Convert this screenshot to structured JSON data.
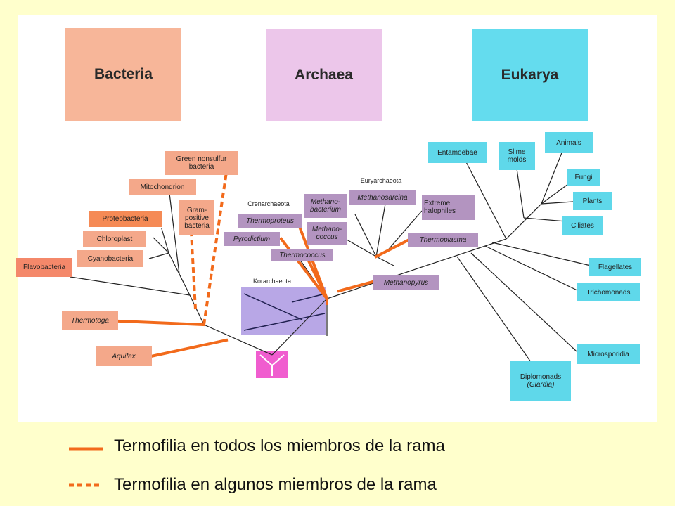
{
  "domains": {
    "bacteria": "Bacteria",
    "archaea": "Archaea",
    "eukarya": "Eukarya"
  },
  "bacteria_taxa": {
    "green_nonsulfur": "Green nonsulfur bacteria",
    "mitochondrion": "Mitochondrion",
    "gram_positive": "Gram- positive bacteria",
    "proteobacteria": "Proteobacteria",
    "chloroplast": "Chloroplast",
    "cyanobacteria": "Cyanobacteria",
    "flavobacteria": "Flavobacteria",
    "thermotoga": "Thermotoga",
    "aquifex": "Aquifex"
  },
  "archaea_groups": {
    "crenarchaeota": "Crenarchaeota",
    "euryarchaeota": "Euryarchaeota",
    "korarchaeota": "Korarchaeota"
  },
  "archaea_taxa": {
    "thermoproteus": "Thermoproteus",
    "pyrodictium": "Pyrodictium",
    "thermococcus": "Thermococcus",
    "methanobacterium": "Methano- bacterium",
    "methanococcus": "Methano- coccus",
    "methanosarcina": "Methanosarcina",
    "extreme_halophiles": "Extreme halophiles",
    "thermoplasma": "Thermoplasma",
    "methanopyrus": "Methanopyrus"
  },
  "eukarya_taxa": {
    "entamoebae": "Entamoebae",
    "slime_molds": "Slime molds",
    "animals": "Animals",
    "fungi": "Fungi",
    "plants": "Plants",
    "ciliates": "Ciliates",
    "flagellates": "Flagellates",
    "trichomonads": "Trichomonads",
    "microsporidia": "Microsporidia",
    "diplomonads": "Diplomonads",
    "giardia": "(Giardia)"
  },
  "legend": {
    "solid": "Termofilia en todos los miembros de la rama",
    "dotted": "Termofilia en algunos miembros de la rama"
  },
  "colors": {
    "background": "#ffffcc",
    "thermophily": "#f26a1b",
    "bacteria": "#f4a88a",
    "archaea": "#b394c0",
    "eukarya": "#5fd8ea",
    "root": "#f05dcf"
  }
}
